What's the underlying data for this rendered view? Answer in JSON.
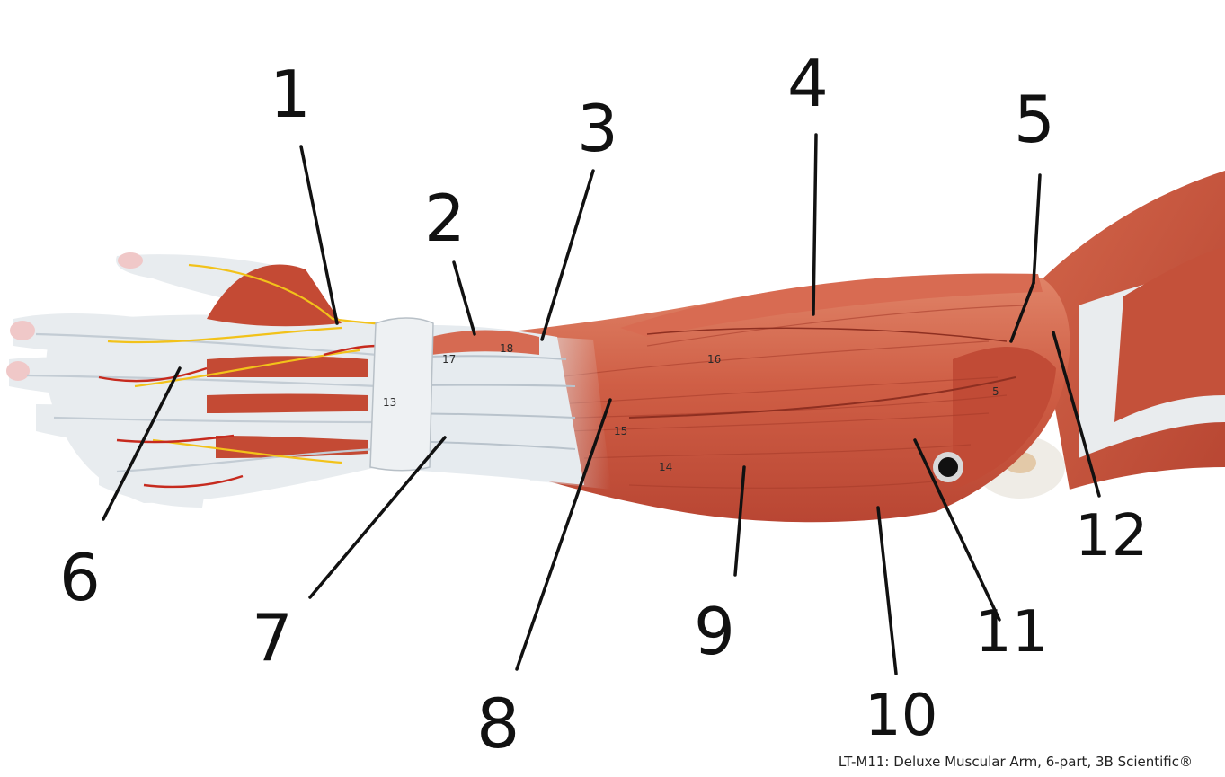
{
  "labels": [
    {
      "id": "1",
      "text": "1"
    },
    {
      "id": "2",
      "text": "2"
    },
    {
      "id": "3",
      "text": "3"
    },
    {
      "id": "4",
      "text": "4"
    },
    {
      "id": "5",
      "text": "5"
    },
    {
      "id": "6",
      "text": "6"
    },
    {
      "id": "7",
      "text": "7"
    },
    {
      "id": "8",
      "text": "8"
    },
    {
      "id": "9",
      "text": "9"
    },
    {
      "id": "10",
      "text": "10"
    },
    {
      "id": "11",
      "text": "11"
    },
    {
      "id": "12",
      "text": "12"
    }
  ],
  "model_markings": {
    "retinaculum": "13",
    "m14": "14",
    "m15": "15",
    "m16": "16",
    "m17": "17",
    "m18": "18",
    "m5": "5"
  },
  "credit": "LT-M11: Deluxe Muscular Arm, 6-part, 3B Scientific®",
  "colors": {
    "muscle": "#c8553f",
    "muscle_light": "#e07a62",
    "tendon": "#e6ebef",
    "nerve": "#f2c21a",
    "artery": "#c62a1e",
    "ink": "#111111"
  }
}
